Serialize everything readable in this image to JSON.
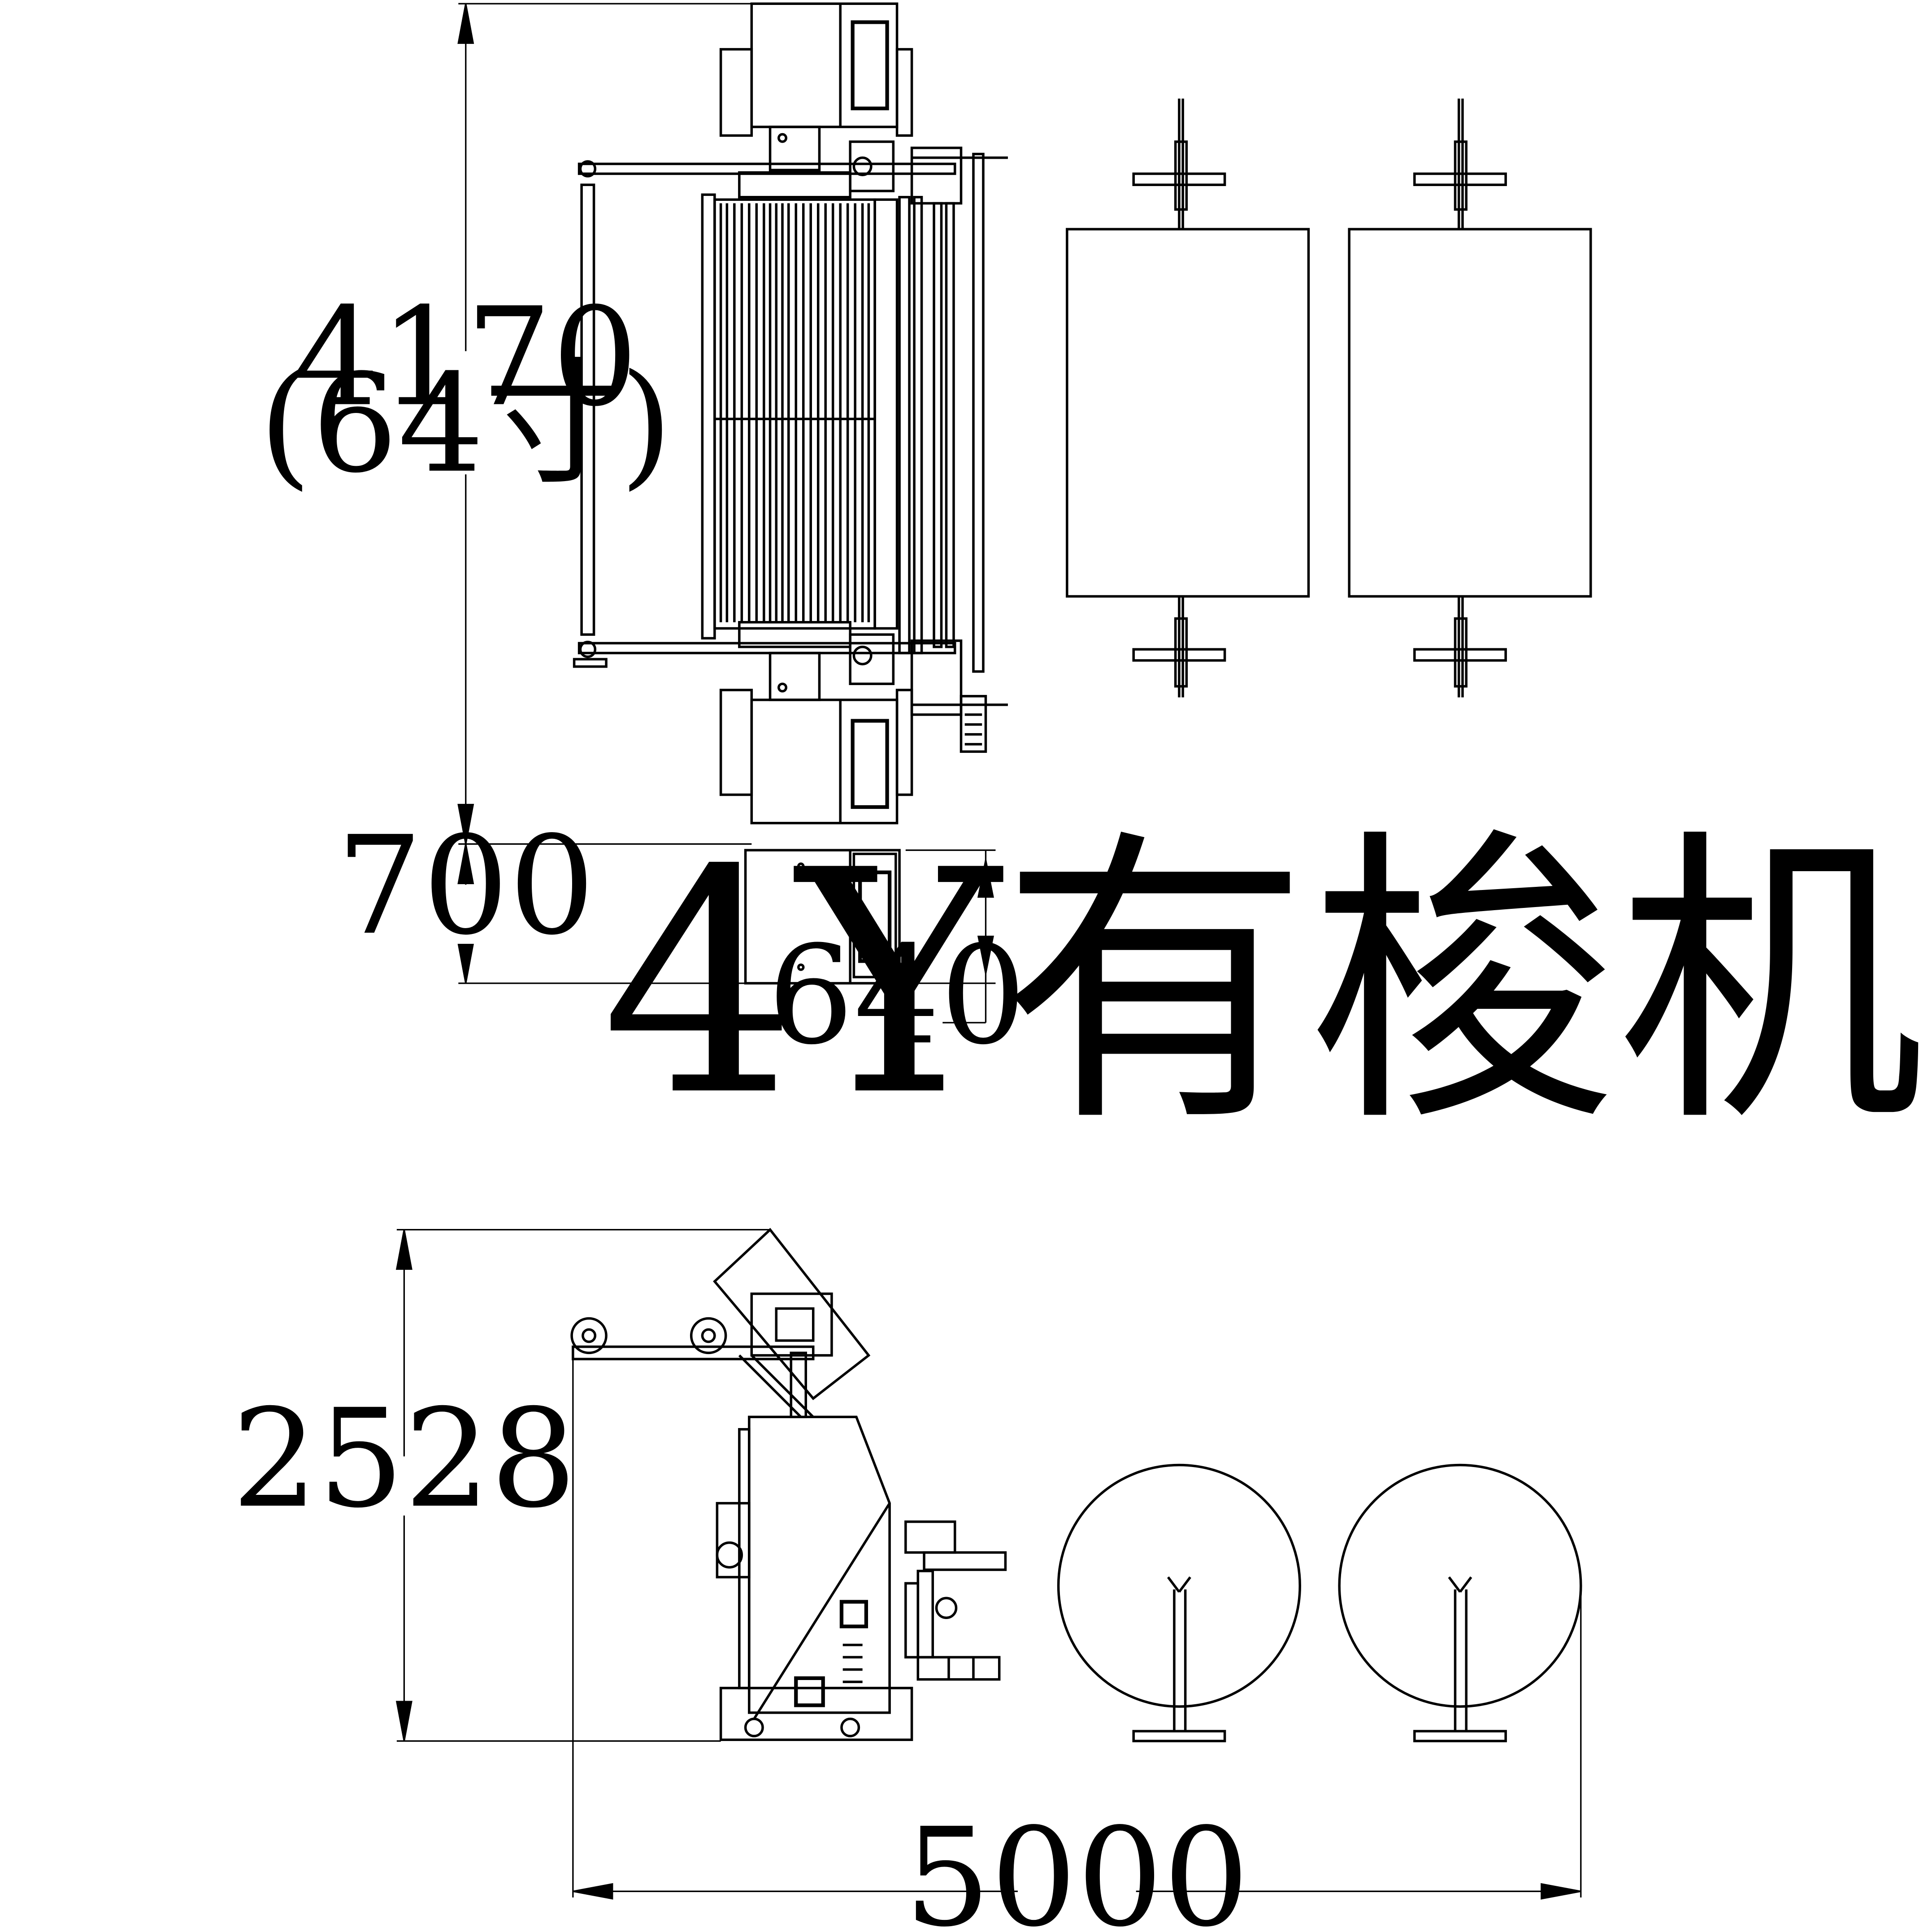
{
  "title": "4Y有梭机",
  "dimensions": {
    "top_height": "4170",
    "top_height_note": "(64寸)",
    "box_height": "700",
    "box_width": "640",
    "side_height": "2528",
    "total_length": "5000"
  }
}
